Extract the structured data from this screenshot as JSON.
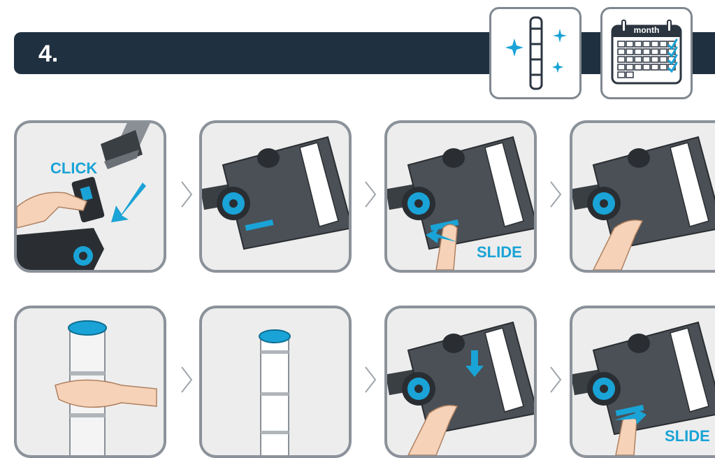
{
  "header": {
    "step_number": "4."
  },
  "icons": {
    "roller_icon": "roller-sparkle-icon",
    "calendar_icon": "calendar-icon",
    "calendar_label": "month"
  },
  "labels": {
    "click": "CLICK",
    "slide": "SLIDE"
  },
  "colors": {
    "accent": "#1aa3d6",
    "header": "#1f3040",
    "frame": "#8c929a"
  }
}
